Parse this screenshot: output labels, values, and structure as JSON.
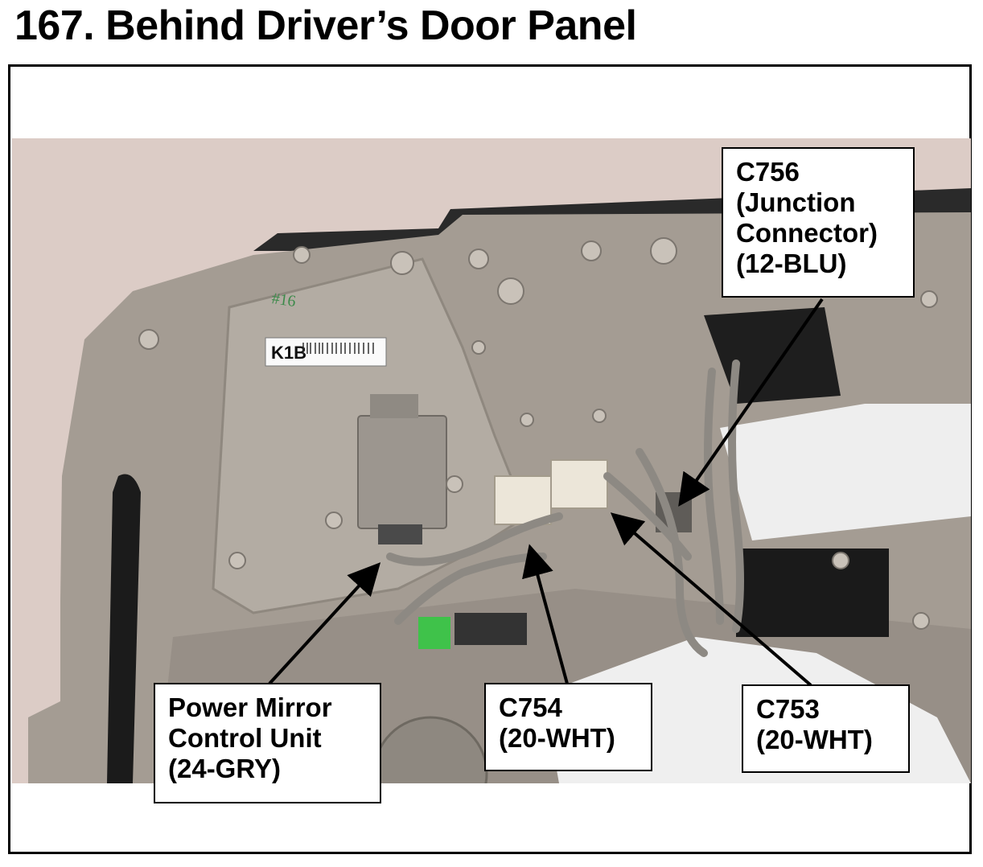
{
  "page": {
    "title": "167.  Behind Driver’s Door Panel"
  },
  "photo": {
    "sticker_code": "K1B",
    "marker_text": "#16",
    "colors": {
      "wall": "#dcccc6",
      "panel": "#a49c93",
      "panel_dark": "#8b847b",
      "foam": "#1b1b1b",
      "insulation": "#eeeeee",
      "connector_white": "#ece6d9",
      "connector_green": "#3fc24a"
    }
  },
  "callouts": {
    "c756": {
      "line1": "C756",
      "line2": "(Junction",
      "line3": "Connector)",
      "line4": "(12-BLU)"
    },
    "mirror": {
      "line1": "Power Mirror",
      "line2": "Control Unit",
      "line3": "(24-GRY)"
    },
    "c754": {
      "line1": "C754",
      "line2": "(20-WHT)"
    },
    "c753": {
      "line1": "C753",
      "line2": "(20-WHT)"
    }
  }
}
